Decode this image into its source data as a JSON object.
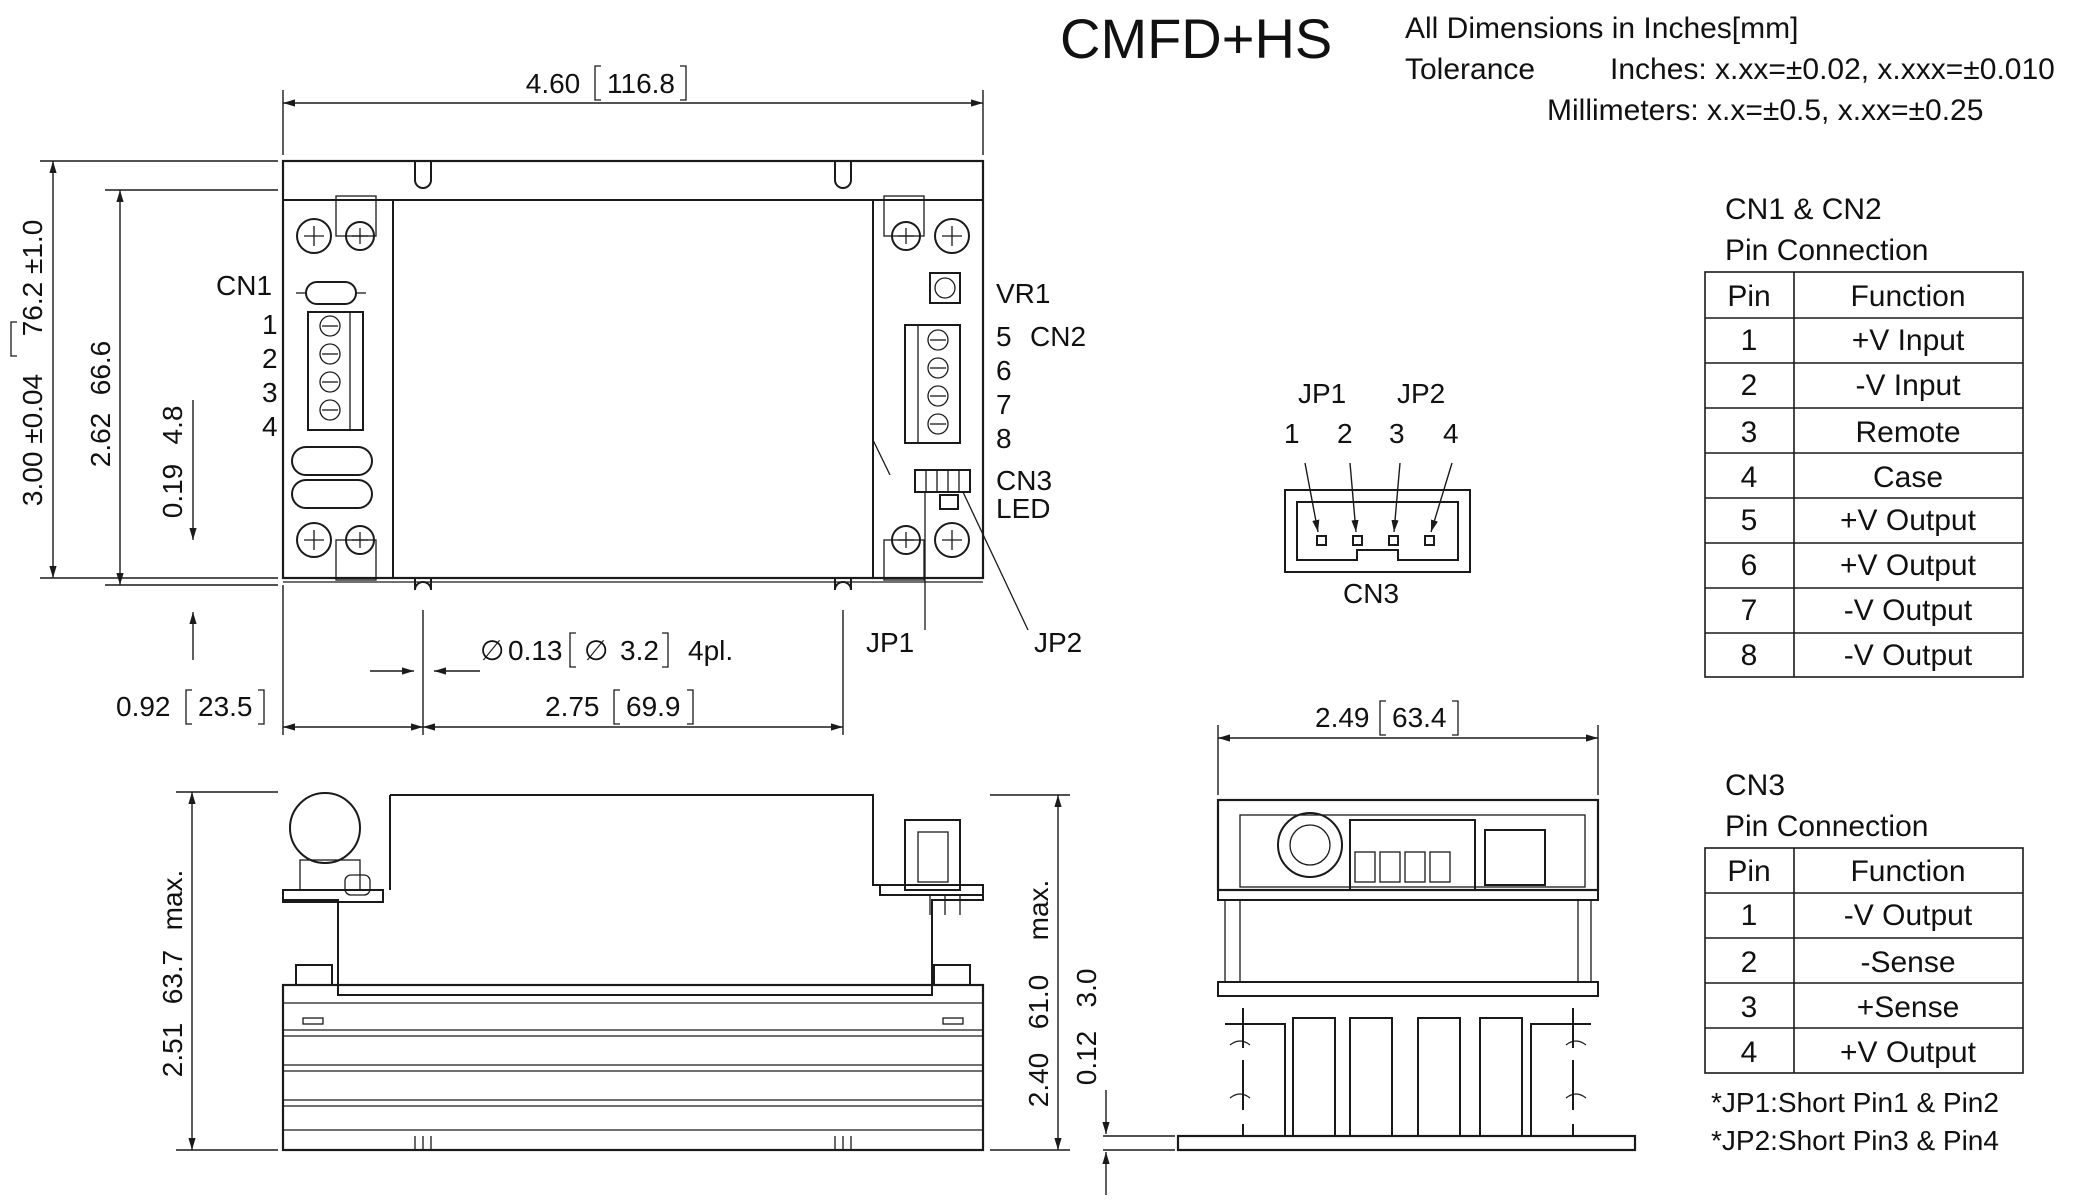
{
  "title": "CMFD+HS",
  "notes": {
    "line1": "All Dimensions in Inches[mm]",
    "tolerance_label": "Tolerance",
    "inches": "Inches: x.xx=±0.02, x.xxx=±0.010",
    "millimeters": "Millimeters: x.x=±0.5, x.xx=±0.25"
  },
  "top_view": {
    "width_in": "4.60",
    "width_mm": "116.8",
    "height_in": "3.00 ±0.04",
    "height_mm": "76.2 ±1.0",
    "inner_h_in": "2.62",
    "inner_h_mm": "66.6",
    "offset_in": "0.19",
    "offset_mm": "4.8",
    "left_in": "0.92",
    "left_mm": "23.5",
    "hole_pitch_in": "2.75",
    "hole_pitch_mm": "69.9",
    "hole_dia_in": "0.13",
    "hole_dia_mm": "3.2",
    "hole_count": "4pl.",
    "diameter_symbol": "∅"
  },
  "labels": {
    "cn1": "CN1",
    "cn2": "CN2",
    "cn3": "CN3",
    "vr1": "VR1",
    "led": "LED",
    "jp1": "JP1",
    "jp2": "JP2",
    "cn1_pins": [
      "1",
      "2",
      "3",
      "4"
    ],
    "cn2_pins": [
      "5",
      "6",
      "7",
      "8"
    ]
  },
  "cn3_detail": {
    "jp1": "JP1",
    "jp2": "JP2",
    "pins": [
      "1",
      "2",
      "3",
      "4"
    ],
    "caption": "CN3"
  },
  "side_view": {
    "height_in": "2.51",
    "height_mm": "63.7",
    "height_note": "max.",
    "inner_in": "2.40",
    "inner_mm": "61.0",
    "inner_note": "max."
  },
  "end_view": {
    "width_in": "2.49",
    "width_mm": "63.4",
    "foot_in": "0.12",
    "foot_mm": "3.0"
  },
  "table_cn12": {
    "heading1": "CN1 & CN2",
    "heading2": "Pin Connection",
    "col_pin": "Pin",
    "col_function": "Function",
    "rows": [
      {
        "pin": "1",
        "function": "+V Input"
      },
      {
        "pin": "2",
        "function": "-V Input"
      },
      {
        "pin": "3",
        "function": "Remote"
      },
      {
        "pin": "4",
        "function": "Case"
      },
      {
        "pin": "5",
        "function": "+V Output"
      },
      {
        "pin": "6",
        "function": "+V Output"
      },
      {
        "pin": "7",
        "function": "-V Output"
      },
      {
        "pin": "8",
        "function": "-V Output"
      }
    ]
  },
  "table_cn3": {
    "heading1": "CN3",
    "heading2": "Pin Connection",
    "col_pin": "Pin",
    "col_function": "Function",
    "rows": [
      {
        "pin": "1",
        "function": "-V Output"
      },
      {
        "pin": "2",
        "function": "-Sense"
      },
      {
        "pin": "3",
        "function": "+Sense"
      },
      {
        "pin": "4",
        "function": "+V Output"
      }
    ]
  },
  "footnotes": {
    "jp1": "*JP1:Short Pin1 & Pin2",
    "jp2": "*JP2:Short Pin3 & Pin4"
  }
}
